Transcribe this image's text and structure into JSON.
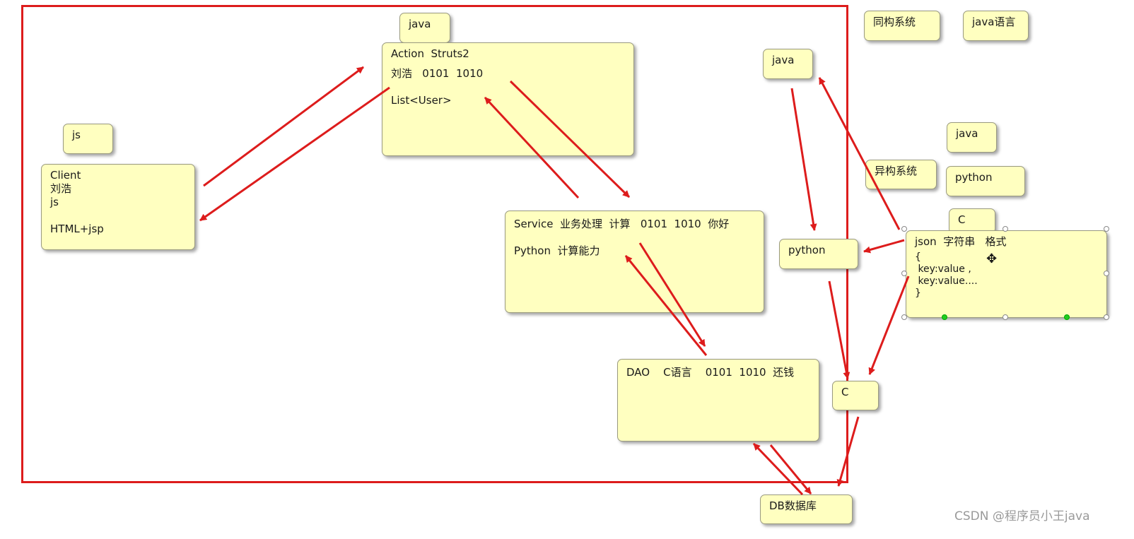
{
  "labels": {
    "java_top": "java",
    "action": [
      "Action  Struts2",
      "刘浩   0101  1010",
      "",
      "List<User>"
    ],
    "js": "js",
    "client": [
      "Client",
      "刘浩",
      "js",
      "",
      "HTML+jsp"
    ],
    "service": [
      "Service  业务处理  计算   0101  1010  你好",
      "",
      "Python  计算能力"
    ],
    "dao": [
      "DAO    C语言    0101  1010  还钱"
    ],
    "db": "DB数据库",
    "tonggou": "同构系统",
    "java_lang": "java语言",
    "java_right": "java",
    "python_mid": "python",
    "java_right2": "java",
    "yigou": "异构系统",
    "python_right": "python",
    "c_top": "C",
    "json": [
      "json  字符串   格式",
      "{",
      " key:value ,",
      " key:value....",
      "}"
    ],
    "c_bottom": "C"
  },
  "watermark": "CSDN @程序员小王java",
  "colors": {
    "note_fill": "#ffffc0",
    "arrow": "#dd1c1c",
    "frame": "#dd1c1c"
  },
  "icons": {
    "move_cursor": "move-cursor-icon"
  }
}
